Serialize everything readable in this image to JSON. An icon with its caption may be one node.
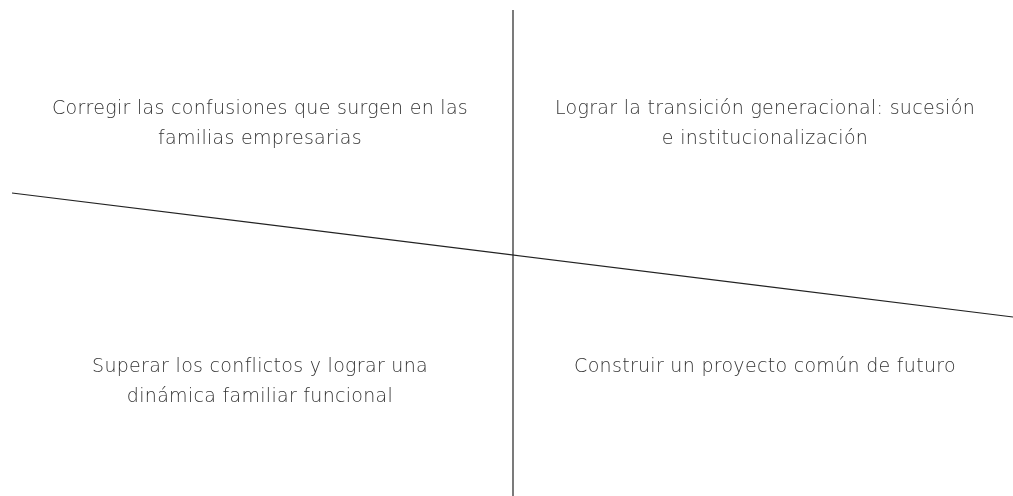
{
  "diagram": {
    "labels": [
      "Corregir las confusiones que surgen en las familias empresarias",
      "Lograr la transición generacional: sucesión e institucionalización",
      "Superar los conflictos y lograr una dinámica familiar funcional",
      "Construir un proyecto común de futuro"
    ]
  }
}
